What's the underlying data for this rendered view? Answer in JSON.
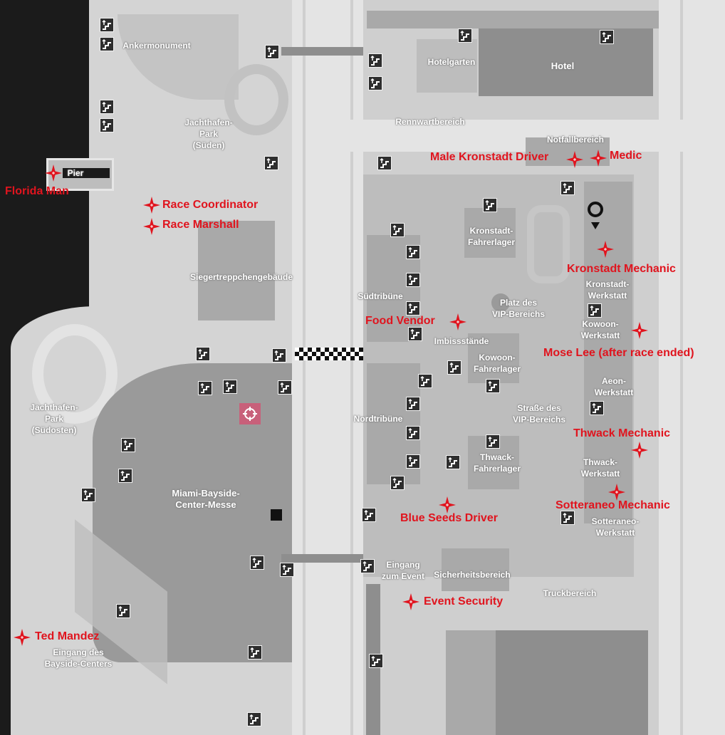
{
  "map_labels": {
    "ankermonument": "Ankermonument",
    "jachthafen_sued": [
      "Jachthafen-",
      "Park",
      "(Süden)"
    ],
    "pier": "Pier",
    "siegertreppchen": "Siegertreppchengebäude",
    "jachthafen_suedosten": [
      "Jachthafen-",
      "Park",
      "(Südosten)"
    ],
    "messe": [
      "Miami-Bayside-",
      "Center-Messe"
    ],
    "eingang_bayside": [
      "Eingang des",
      "Bayside-Centers"
    ],
    "hotelgarten": "Hotelgarten",
    "hotel": "Hotel",
    "rennwart": "Rennwartbereich",
    "notfall": "Notfallbereich",
    "kronstadt_lager": [
      "Kronstadt-",
      "Fahrerlager"
    ],
    "kronstadt_werk": [
      "Kronstadt-",
      "Werkstatt"
    ],
    "suedtribuene": "Südtribüne",
    "vip_platz": [
      "Platz des",
      "VIP-Bereichs"
    ],
    "imbiss": "Imbissstände",
    "kowoon_werk": [
      "Kowoon-",
      "Werkstatt"
    ],
    "kowoon_lager": [
      "Kowoon-",
      "Fahrerlager"
    ],
    "aeon_werk": [
      "Aeon-",
      "Werkstatt"
    ],
    "vip_strasse": [
      "Straße des",
      "VIP-Bereichs"
    ],
    "nordtribuene": "Nordtribüne",
    "thwack_lager": [
      "Thwack-",
      "Fahrerlager"
    ],
    "thwack_werk": [
      "Thwack-",
      "Werkstatt"
    ],
    "sotteraneo_werk": [
      "Sotteraneo-",
      "Werkstatt"
    ],
    "eingang_event": [
      "Eingang",
      "zum Event"
    ],
    "sicherheit": "Sicherheitsbereich",
    "truck": "Truckbereich"
  },
  "npcs": [
    {
      "name": "Florida Man"
    },
    {
      "name": "Race Coordinator"
    },
    {
      "name": "Race Marshall"
    },
    {
      "name": "Male Kronstadt Driver"
    },
    {
      "name": "Medic"
    },
    {
      "name": "Kronstadt Mechanic"
    },
    {
      "name": "Food Vendor"
    },
    {
      "name": "Mose Lee (after race ended)"
    },
    {
      "name": "Thwack Mechanic"
    },
    {
      "name": "Sotteraneo Mechanic"
    },
    {
      "name": "Blue Seeds Driver"
    },
    {
      "name": "Event Security"
    },
    {
      "name": "Ted Mandez"
    }
  ],
  "colors": {
    "npc_marker": "#e0141e",
    "water": "#1b1b1b",
    "ground": "#d4d4d4",
    "building": "#a9a9a9"
  },
  "icons": {
    "stairs": "stairs-icon",
    "npc": "npc-star-icon",
    "player": "player-location-icon",
    "objective": "objective-target-icon",
    "finish": "finish-line-icon"
  }
}
